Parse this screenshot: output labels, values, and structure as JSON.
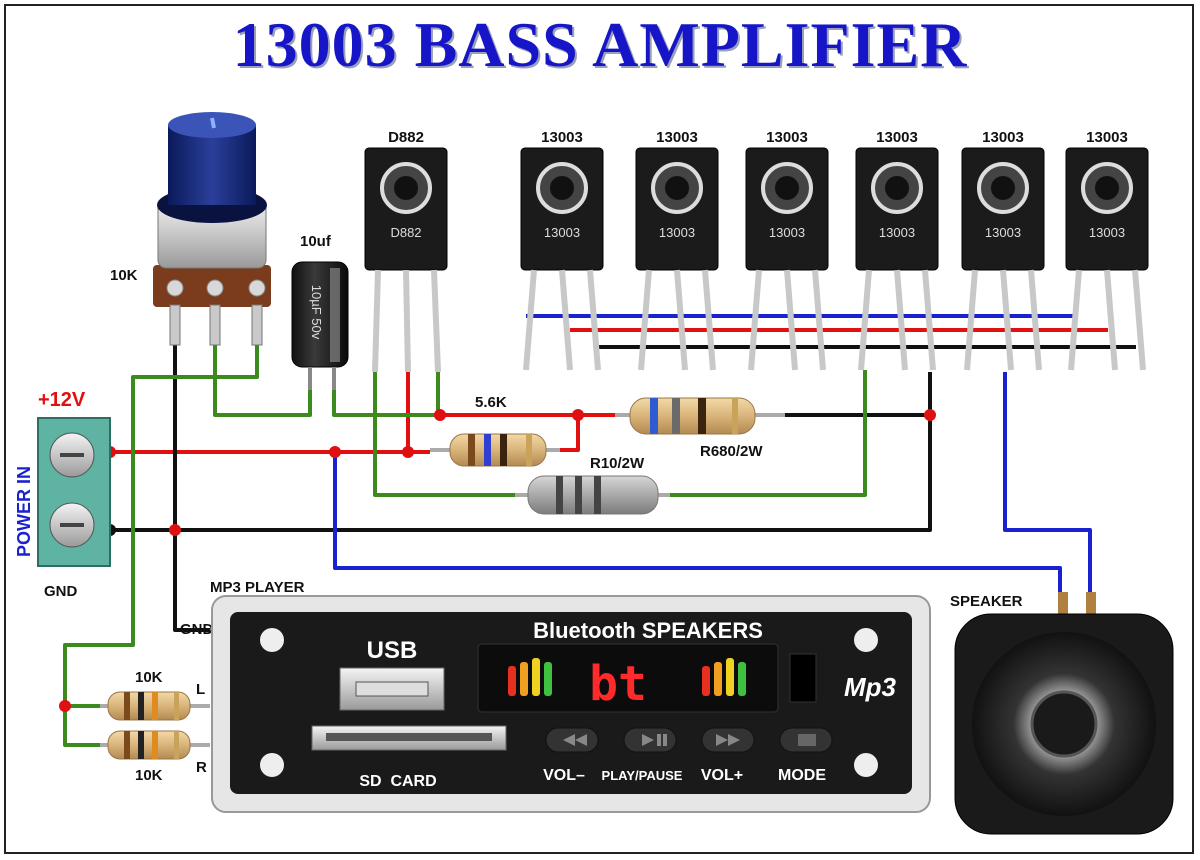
{
  "title": "13003 BASS AMPLIFIER",
  "pot": {
    "label": "10K"
  },
  "capacitor": {
    "label": "10uf",
    "print": "10µF 50v"
  },
  "driver": {
    "label": "D882",
    "body": "D882"
  },
  "outputs": [
    {
      "label": "13003",
      "body": "13003"
    },
    {
      "label": "13003",
      "body": "13003"
    },
    {
      "label": "13003",
      "body": "13003"
    },
    {
      "label": "13003",
      "body": "13003"
    },
    {
      "label": "13003",
      "body": "13003"
    },
    {
      "label": "13003",
      "body": "13003"
    }
  ],
  "resistors": {
    "r56k": "5.6K",
    "r10": "R10/2W",
    "r680": "R680/2W",
    "r10k_l": "10K",
    "r10k_r": "10K"
  },
  "power": {
    "vlabel": "+12V",
    "side": "POWER IN",
    "gnd": "GND"
  },
  "mp3": {
    "label": "MP3 PLAYER",
    "gnd_pin": "GND",
    "l_pin": "L",
    "r_pin": "R",
    "usb": "USB",
    "brand": "Bluetooth SPEAKERS",
    "display": "bt",
    "logo": "Mp3",
    "sd": "SD  CARD",
    "buttons": [
      "VOL–",
      "PLAY/PAUSE",
      "VOL+",
      "MODE"
    ]
  },
  "speaker": {
    "label": "SPEAKER"
  },
  "colors": {
    "title": "#1616c8",
    "red": "#e01010",
    "blue": "#1a22d0",
    "green": "#3c8a1e",
    "black": "#111111"
  }
}
